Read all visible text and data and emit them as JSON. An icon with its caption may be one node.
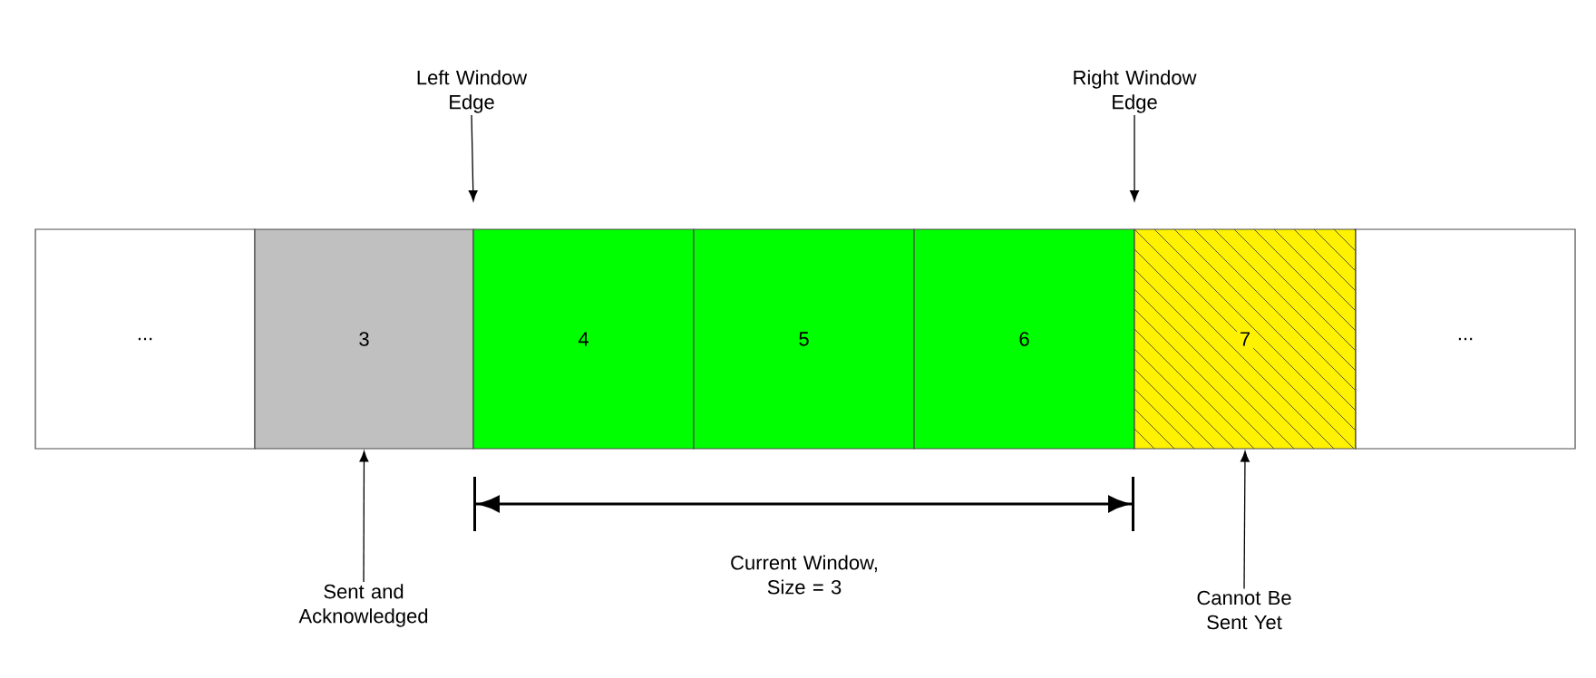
{
  "diagram": {
    "nodes": [
      {
        "text": [
          "..."
        ]
      },
      {
        "text": [
          "3"
        ]
      },
      {
        "text": [
          "4"
        ]
      },
      {
        "text": [
          "5"
        ]
      },
      {
        "text": [
          "6"
        ]
      },
      {
        "text": [
          "7"
        ]
      },
      {
        "text": [
          "..."
        ]
      },
      {
        "text": [
          "Left Window Edge"
        ]
      },
      {
        "text": [
          "Right Window Edge"
        ]
      },
      {
        "text": [
          "Sent and Acknowledged"
        ]
      },
      {
        "text": [
          "Cannot Be Sent Yet"
        ]
      }
    ],
    "edges": [
      {
        "from": 7,
        "to": null,
        "arrow": "to"
      },
      {
        "from": 8,
        "to": null,
        "arrow": "to"
      },
      {
        "from": 9,
        "to": 1,
        "arrow": "to"
      },
      {
        "from": 10,
        "to": 5,
        "arrow": "to"
      }
    ],
    "labels": [
      "Current Window, Size = 3"
    ]
  }
}
